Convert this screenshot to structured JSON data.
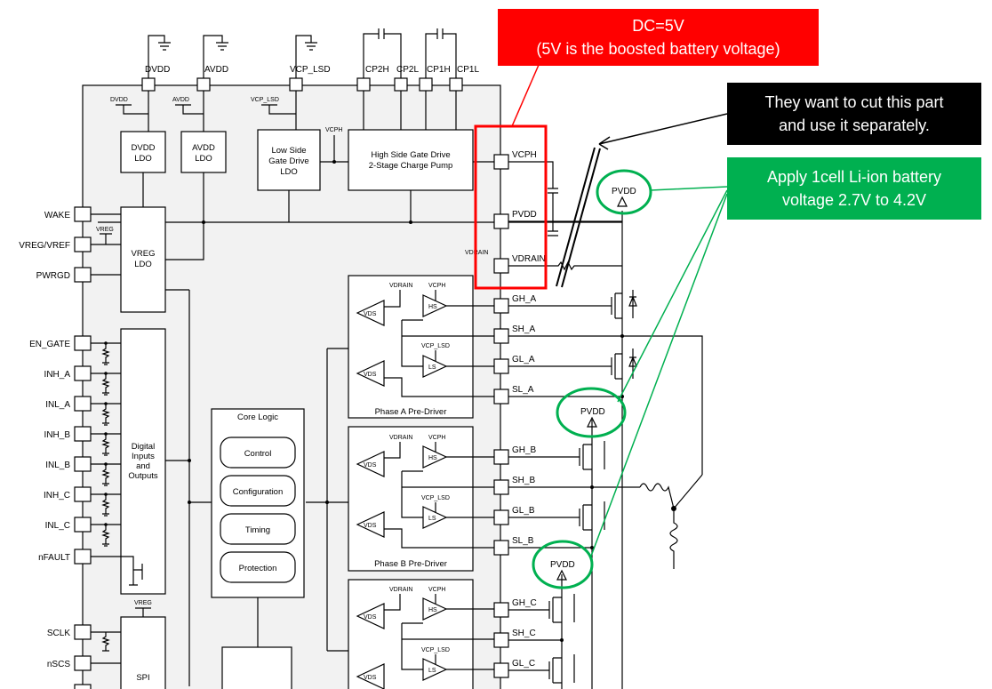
{
  "top_pins": [
    "DVDD",
    "AVDD",
    "VCP_LSD",
    "CP2H",
    "CP2L",
    "CP1H",
    "CP1L"
  ],
  "inner_labels": {
    "dvdd": "DVDD",
    "avdd": "AVDD",
    "vcp_lsd": "VCP_LSD",
    "vcph": "VCPH",
    "vreg": "VREG",
    "vdrain": "VDRAIN"
  },
  "blocks": {
    "dvdd_ldo": [
      "DVDD",
      "LDO"
    ],
    "avdd_ldo": [
      "AVDD",
      "LDO"
    ],
    "low_side": [
      "Low Side",
      "Gate Drive",
      "LDO"
    ],
    "high_side": [
      "High Side Gate Drive",
      "2-Stage Charge Pump"
    ],
    "vreg_ldo": [
      "VREG",
      "LDO"
    ],
    "digital_io": [
      "Digital",
      "Inputs",
      "and",
      "Outputs"
    ],
    "spi": "SPI",
    "core_logic": "Core Logic",
    "core_items": [
      "Control",
      "Configuration",
      "Timing",
      "Protection"
    ]
  },
  "left_pins": [
    "WAKE",
    "VREG/VREF",
    "PWRGD",
    "EN_GATE",
    "INH_A",
    "INL_A",
    "INH_B",
    "INL_B",
    "INH_C",
    "INL_C",
    "nFAULT",
    "SCLK",
    "nSCS"
  ],
  "right_pins": [
    "VCPH",
    "PVDD",
    "VDRAIN",
    "GH_A",
    "SH_A",
    "GL_A",
    "SL_A",
    "GH_B",
    "SH_B",
    "GL_B",
    "SL_B",
    "GH_C",
    "SH_C",
    "GL_C"
  ],
  "predrivers": {
    "titles": [
      "Phase A Pre-Driver",
      "Phase B Pre-Driver"
    ],
    "vdrain": "VDRAIN",
    "vcph": "VCPH",
    "vcp_lsd": "VCP_LSD",
    "vds": "VDS",
    "hs": "HS",
    "ls": "LS"
  },
  "pvdd_label": "PVDD",
  "callouts": {
    "dc": [
      "DC=5V",
      "(5V is the boosted battery voltage)"
    ],
    "cut": [
      "They want to cut this part",
      "and use it separately."
    ],
    "battery": [
      "Apply 1cell Li-ion battery",
      "voltage 2.7V to 4.2V"
    ]
  },
  "colors": {
    "red": "#ff0000",
    "black_box": "#000000",
    "green_box": "#00b050",
    "green_line": "#00b050",
    "chip_fill": "#f2f2f2"
  }
}
